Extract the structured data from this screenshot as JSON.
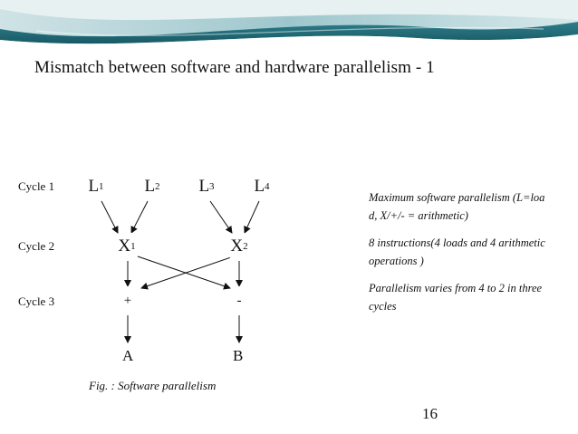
{
  "slide": {
    "title": "Mismatch between software and hardware parallelism - 1",
    "page_number": "16"
  },
  "cycles": [
    "Cycle 1",
    "Cycle 2",
    "Cycle 3"
  ],
  "nodes": {
    "l1": {
      "base": "L",
      "sub": "1"
    },
    "l2": {
      "base": "L",
      "sub": "2"
    },
    "l3": {
      "base": "L",
      "sub": "3"
    },
    "l4": {
      "base": "L",
      "sub": "4"
    },
    "x1": {
      "base": "X",
      "sub": "1"
    },
    "x2": {
      "base": "X",
      "sub": "2"
    },
    "plus": "+",
    "minus": "-"
  },
  "outputs": {
    "a": "A",
    "b": "B"
  },
  "caption": "Fig. : Software parallelism",
  "notes": [
    "Maximum software parallelism (L=load, X/+/- = arithmetic)",
    "8 instructions(4 loads and 4 arithmetic operations )",
    "Parallelism varies from 4 to 2 in three cycles"
  ]
}
